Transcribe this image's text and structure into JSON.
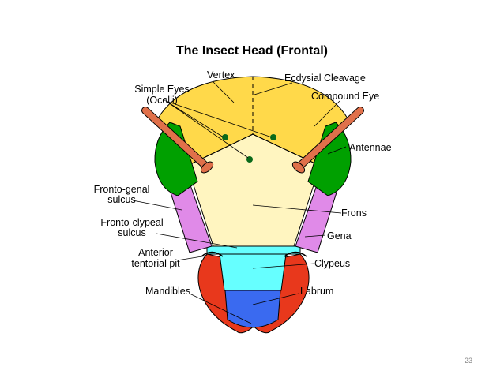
{
  "title": "The Insect Head (Frontal)",
  "labels": {
    "vertex": "Vertex",
    "simple_eyes_1": "Simple Eyes",
    "simple_eyes_2": "(Ocelli)",
    "ecdysial_cleavage": "Ecdysial Cleavage",
    "compound_eye": "Compound Eye",
    "antennae": "Antennae",
    "fronto_genal_1": "Fronto-genal",
    "fronto_genal_2": "sulcus",
    "frons": "Frons",
    "fronto_clypeal_1": "Fronto-clypeal",
    "fronto_clypeal_2": "sulcus",
    "gena": "Gena",
    "anterior_1": "Anterior",
    "anterior_2": "tentorial pit",
    "clypeus": "Clypeus",
    "mandibles": "Mandibles",
    "labrum": "Labrum"
  },
  "page_number": "23",
  "colors": {
    "vertex": "#ffd94a",
    "frons": "#fff5c0",
    "compound_eye": "#00a000",
    "antenna": "#e0704a",
    "gena": "#e08ae8",
    "clypeus": "#66ffff",
    "labrum": "#3a6af0",
    "mandible": "#e8381c",
    "ocellus": "#0a6a1a"
  }
}
